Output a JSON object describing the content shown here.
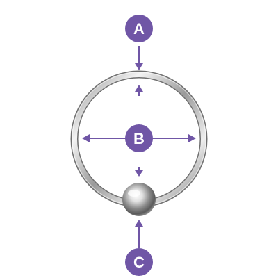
{
  "labels": {
    "a": "A",
    "b": "B",
    "c": "C"
  },
  "colors": {
    "accent": "#7056A6",
    "metal_light": "#F2F2F2",
    "metal_mid": "#B9B9B9",
    "metal_dark": "#6E6E6E",
    "background": "#FFFFFF"
  },
  "icons": {
    "ring": "captive-bead-ring",
    "bead": "ball-bead"
  }
}
